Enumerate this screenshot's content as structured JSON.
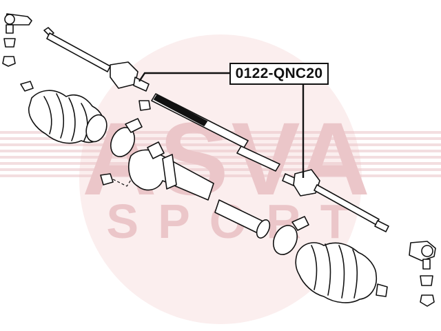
{
  "watermark": {
    "brand": "ASVA",
    "sub": "SPORT",
    "color": "#e9c3c6"
  },
  "callout": {
    "part_number": "0122-QNC20"
  },
  "colors": {
    "line": "#111111",
    "background": "#ffffff",
    "watermark": "#e9c3c6"
  }
}
